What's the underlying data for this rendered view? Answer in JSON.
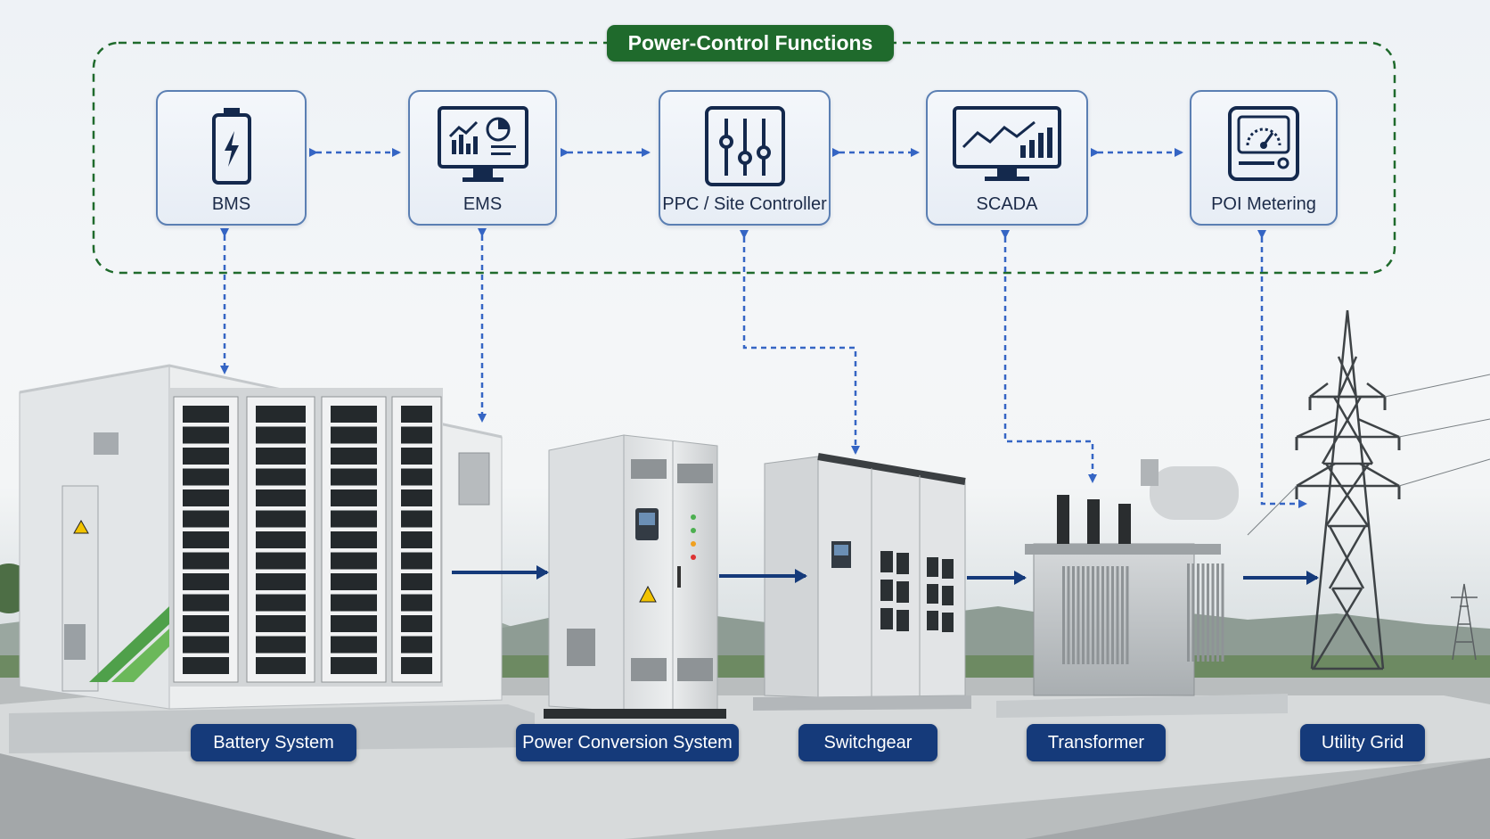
{
  "group_title": "Power-Control Functions",
  "functions": [
    {
      "label": "BMS",
      "icon": "battery-icon"
    },
    {
      "label": "EMS",
      "icon": "monitor-chart-icon"
    },
    {
      "label": "PPC / Site Controller",
      "icon": "sliders-icon"
    },
    {
      "label": "SCADA",
      "icon": "monitor-trend-icon"
    },
    {
      "label": "POI Metering",
      "icon": "meter-gauge-icon"
    }
  ],
  "equipment": [
    {
      "label": "Battery System"
    },
    {
      "label": "Power Conversion System"
    },
    {
      "label": "Switchgear"
    },
    {
      "label": "Transformer"
    },
    {
      "label": "Utility Grid"
    }
  ],
  "colors": {
    "group_border": "#1f6a2c",
    "function_arrow": "#3565c4",
    "flow_arrow": "#153a7a",
    "label_fill": "#153a7a"
  }
}
